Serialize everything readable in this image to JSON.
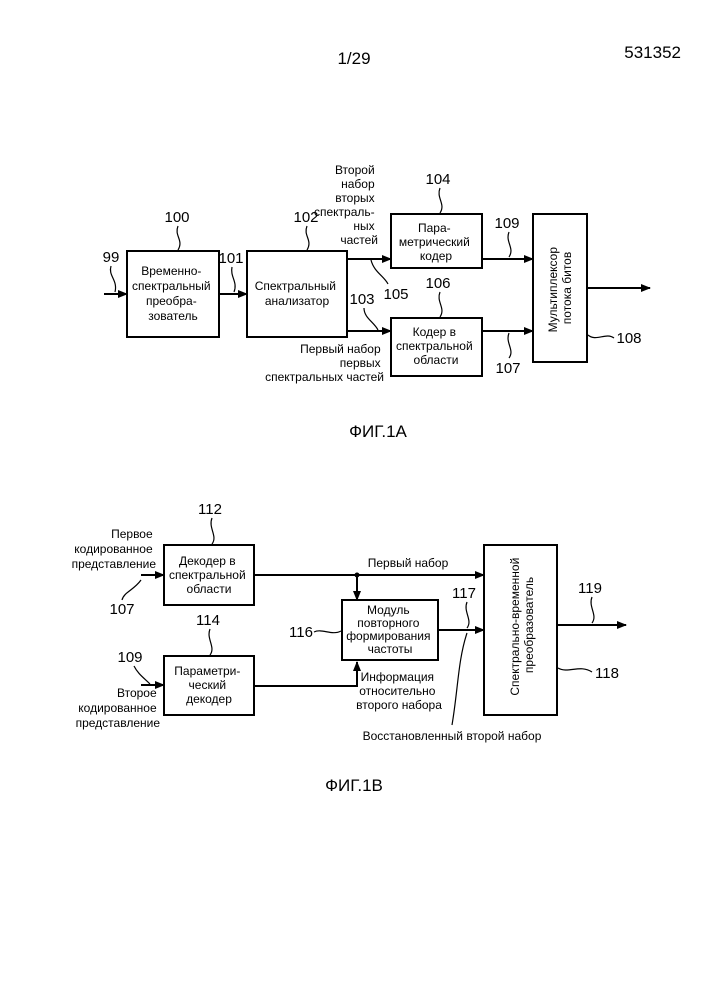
{
  "header": {
    "page_number": "1/29",
    "doc_number": "531352"
  },
  "fig1a": {
    "caption": "ФИГ.1А",
    "input_ref": "99",
    "block_100": {
      "ref": "100",
      "lines": [
        "Временно-",
        "спектральный",
        "преобра-",
        "зователь"
      ]
    },
    "ref_101": "101",
    "block_102": {
      "ref": "102",
      "lines": [
        "Спектральный",
        "анализатор"
      ]
    },
    "second_set_label": [
      "Второй",
      "набор",
      "вторых",
      "спектраль-",
      "ных",
      "частей"
    ],
    "ref_105": "105",
    "ref_103": "103",
    "first_set_label": [
      "Первый набор",
      "первых",
      "спектральных частей"
    ],
    "block_104": {
      "ref": "104",
      "lines": [
        "Пара-",
        "метрический",
        "кодер"
      ]
    },
    "block_106": {
      "ref": "106",
      "lines": [
        "Кодер в",
        "спектральной",
        "области"
      ]
    },
    "ref_109": "109",
    "ref_107": "107",
    "block_108": {
      "ref": "108",
      "lines": [
        "Мультиплексор",
        "потока битов"
      ]
    }
  },
  "fig1b": {
    "caption": "ФИГ.1В",
    "input1_label": [
      "Первое",
      "кодированное",
      "представление"
    ],
    "ref_107": "107",
    "input2_label": [
      "Второе",
      "кодированное",
      "представление"
    ],
    "ref_109": "109",
    "block_112": {
      "ref": "112",
      "lines": [
        "Декодер в",
        "спектральной",
        "области"
      ]
    },
    "block_114": {
      "ref": "114",
      "lines": [
        "Параметри-",
        "ческий",
        "декодер"
      ]
    },
    "block_116": {
      "ref": "116",
      "lines": [
        "Модуль",
        "повторного",
        "формирования",
        "частоты"
      ]
    },
    "first_set_label": "Первый набор",
    "ref_117": "117",
    "info_label": [
      "Информация",
      "относительно",
      "второго набора"
    ],
    "reconstructed_label": "Восстановленный второй набор",
    "block_118": {
      "ref": "118",
      "lines": [
        "Спектрально-временной",
        "преобразователь"
      ]
    },
    "ref_119": "119"
  }
}
